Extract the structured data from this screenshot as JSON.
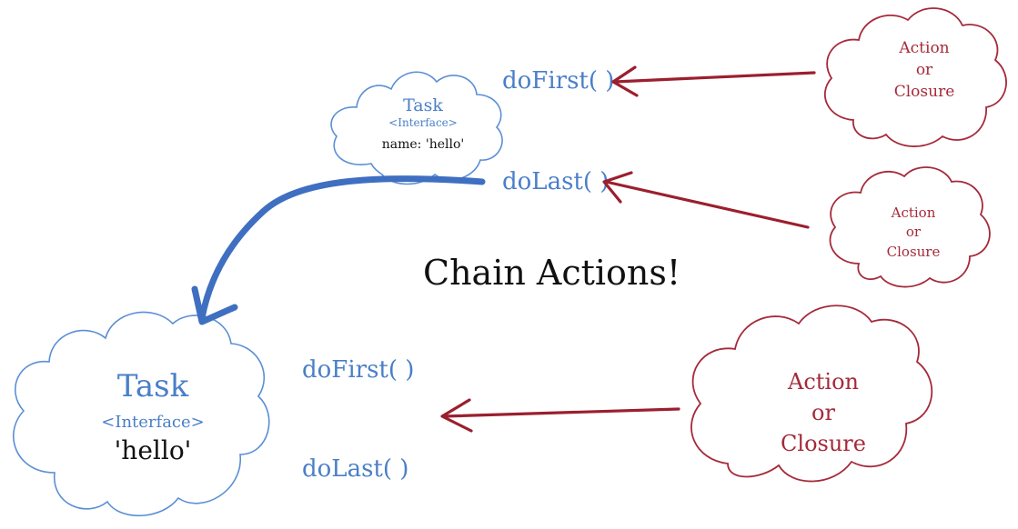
{
  "title": "Chain Actions!",
  "top_task": {
    "heading": "Task",
    "subheading": "<Interface>",
    "name_line": "name: 'hello'",
    "methods": [
      "doFirst( )",
      "doLast( )"
    ]
  },
  "bottom_task": {
    "heading": "Task",
    "subheading": "<Interface>",
    "name_line": "'hello'",
    "methods": [
      "doFirst( )",
      "doLast( )"
    ]
  },
  "action_clouds": [
    {
      "lines": [
        "Action",
        "or",
        "Closure"
      ]
    },
    {
      "lines": [
        "Action",
        "or",
        "Closure"
      ]
    },
    {
      "lines": [
        "Action",
        "or",
        "Closure"
      ]
    }
  ],
  "colors": {
    "task_blue": "#4a7fc8",
    "action_red": "#a52a3a",
    "transition_arrow": "#3f6fc0"
  }
}
